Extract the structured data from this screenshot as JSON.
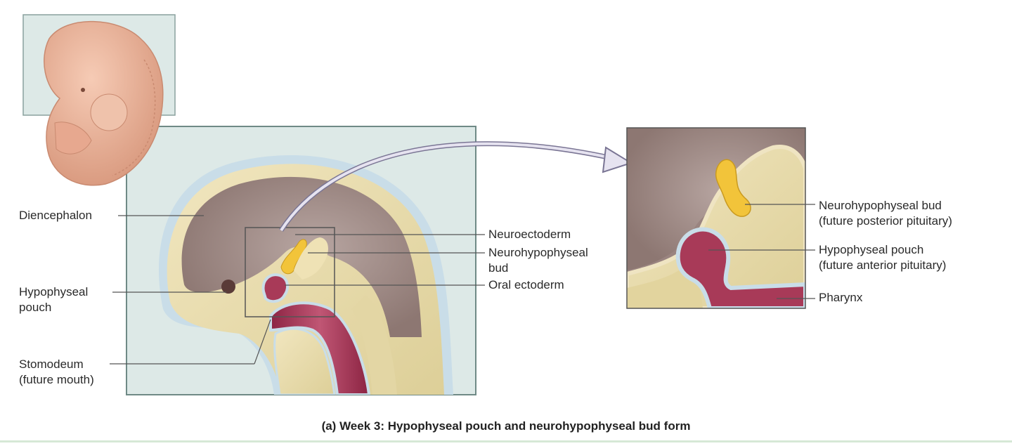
{
  "labels": {
    "diencephalon": "Diencephalon",
    "hypophyseal_pouch_line1": "Hypophyseal",
    "hypophyseal_pouch_line2": "pouch",
    "stomodeum_line1": "Stomodeum",
    "stomodeum_line2": "(future mouth)",
    "neuroectoderm": "Neuroectoderm",
    "neurohypophyseal_bud_line1": "Neurohypophyseal",
    "neurohypophyseal_bud_line2": "bud",
    "oral_ectoderm": "Oral ectoderm",
    "detail_neuro_bud_line1": "Neurohypophyseal bud",
    "detail_neuro_bud_line2": "(future posterior pituitary)",
    "detail_pouch_line1": "Hypophyseal pouch",
    "detail_pouch_line2": "(future anterior pituitary)",
    "pharynx": "Pharynx"
  },
  "caption": "(a) Week 3: Hypophyseal pouch and neurohypophyseal bud form",
  "colors": {
    "panel_bg": "#dde9e7",
    "brain": "#a48f8b",
    "tissue_cream": "#e9dcae",
    "neuro_bud_yellow": "#f2c43a",
    "pharynx_red": "#a83a58",
    "ectoderm_blue": "#c9dde8",
    "embryo_skin": "#e9b49b",
    "arrow_fill": "#e6e3f0"
  }
}
